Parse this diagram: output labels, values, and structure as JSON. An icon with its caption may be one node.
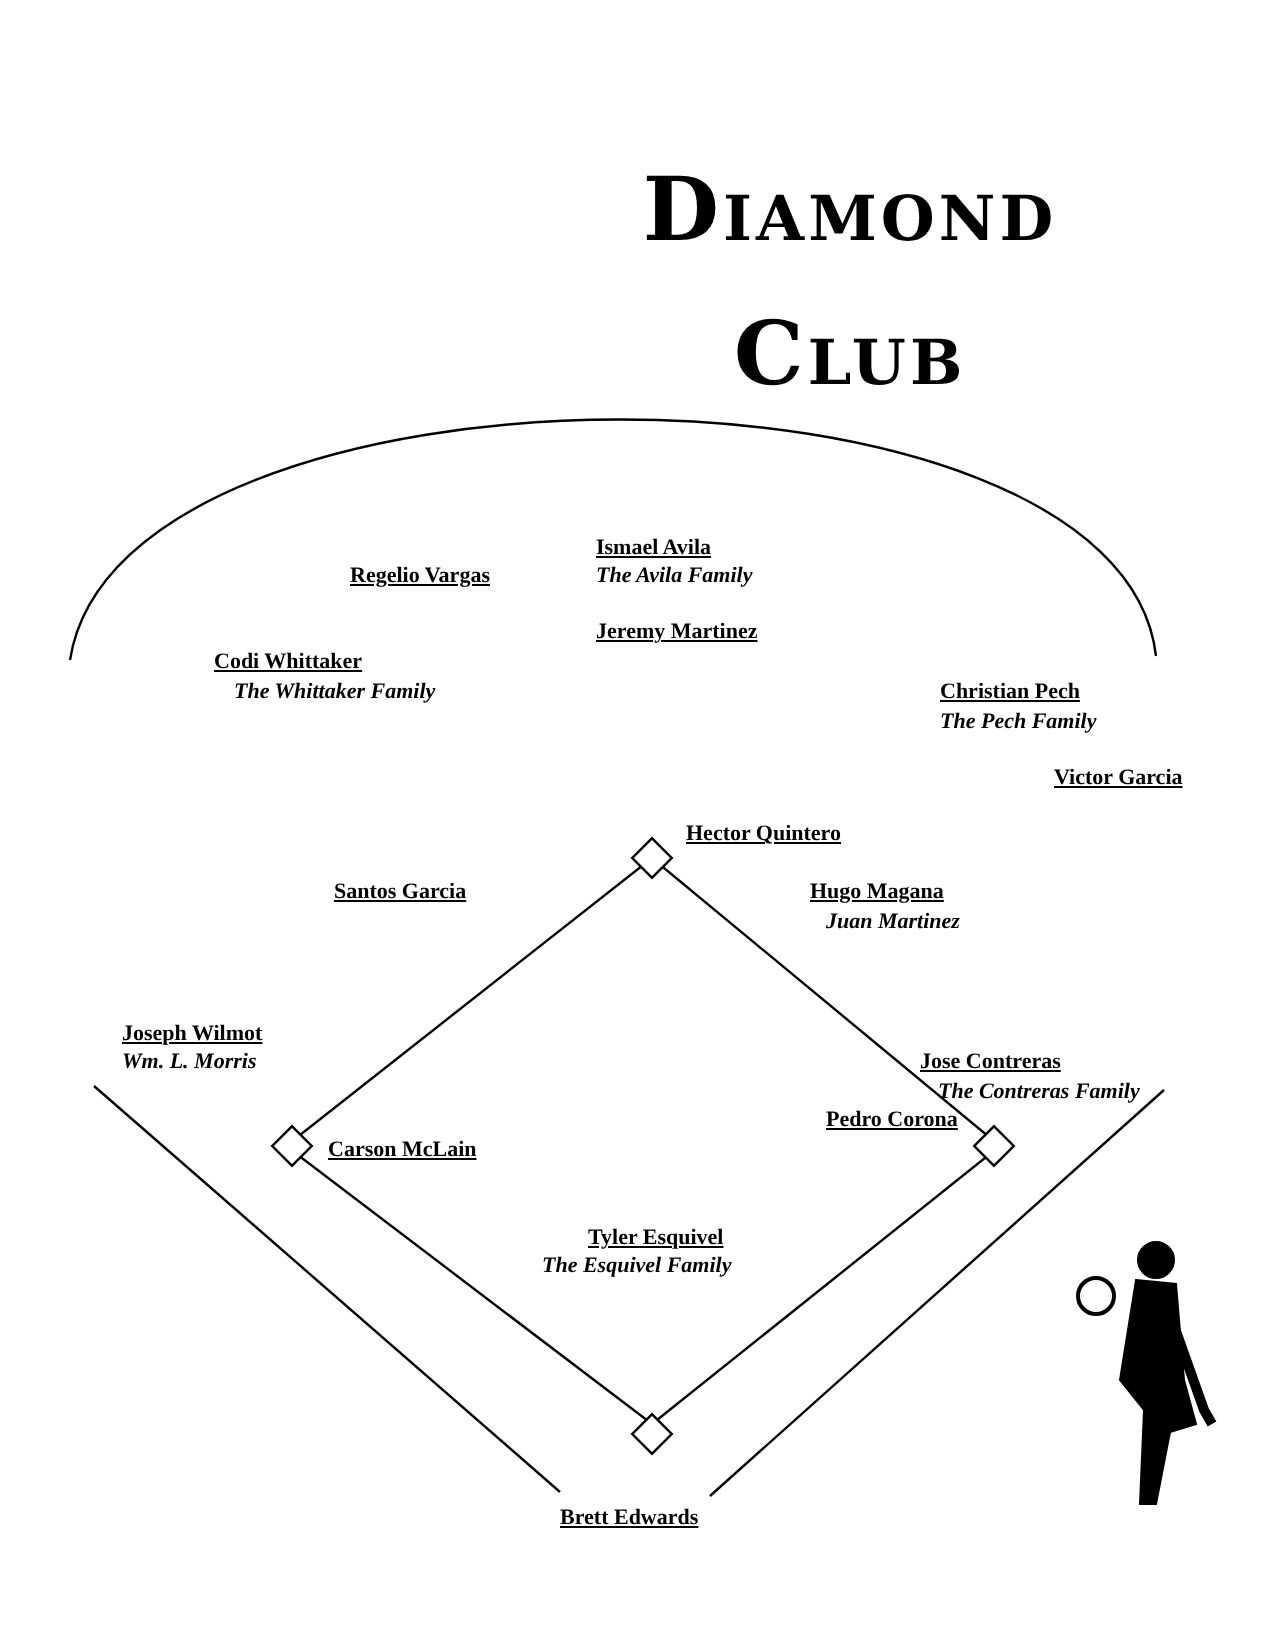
{
  "diagram": {
    "title": "Diamond Club",
    "labels": [
      "Ismael Avila",
      "Regelio Vargas",
      "The Avila Family",
      "Jeremy Martinez",
      "Codi Whittaker",
      "The Whittaker Family",
      "Christian Pech",
      "The Pech Family",
      "Victor Garcia",
      "Hector Quintero",
      "Santos Garcia",
      "Hugo Magana",
      "Juan Martinez",
      "Joseph Wilmot",
      "Wm. L. Morris",
      "Jose Contreras",
      "The Contreras Family",
      "Pedro Corona",
      "Carson McLain",
      "Tyler Esquivel",
      "The Esquivel Family",
      "Brett Edwards"
    ]
  }
}
